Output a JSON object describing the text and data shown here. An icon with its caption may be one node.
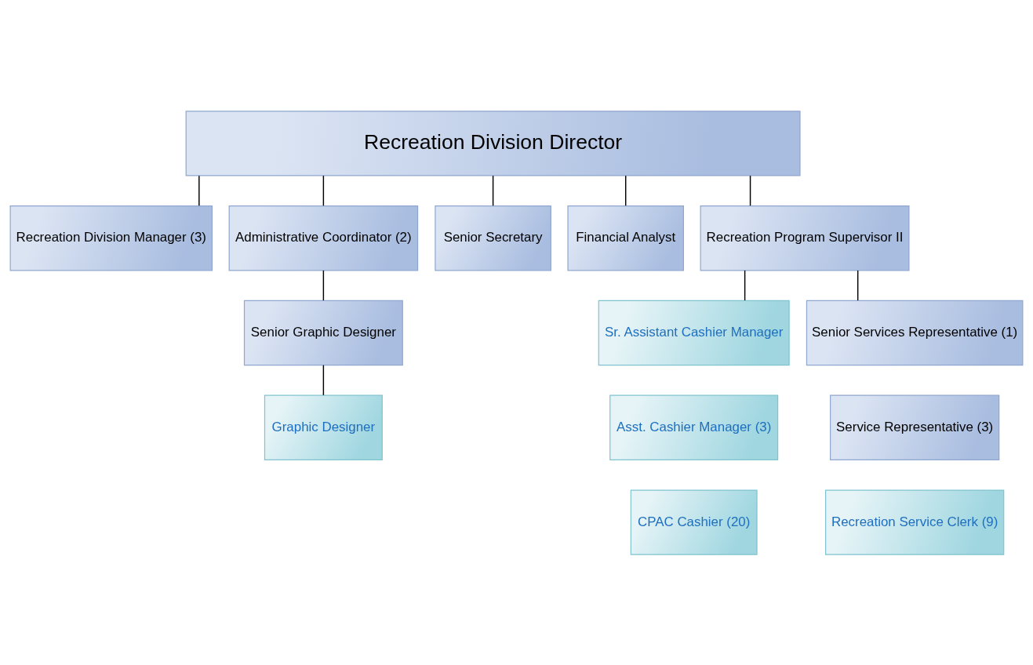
{
  "diagram": {
    "nodes": [
      {
        "text": [
          "Recreation Division Director"
        ]
      },
      {
        "text": [
          "Recreation Division Manager (3)"
        ]
      },
      {
        "text": [
          "Administrative Coordinator (2)"
        ]
      },
      {
        "text": [
          "Senior Secretary"
        ]
      },
      {
        "text": [
          "Financial Analyst"
        ]
      },
      {
        "text": [
          "Recreation Program Supervisor II"
        ]
      },
      {
        "text": [
          "Senior Graphic Designer"
        ]
      },
      {
        "text": [
          "Graphic Designer"
        ]
      },
      {
        "text": [
          "Sr. Assistant Cashier Manager"
        ]
      },
      {
        "text": [
          "Asst. Cashier Manager (3)"
        ]
      },
      {
        "text": [
          "CPAC Cashier (20)"
        ]
      },
      {
        "text": [
          "Senior Services Representative (1)"
        ]
      },
      {
        "text": [
          "Service Representative (3)"
        ]
      },
      {
        "text": [
          "Recreation Service Clerk (9)"
        ]
      }
    ],
    "edges": [
      {
        "from": 0,
        "to": 1,
        "arrow": "none"
      },
      {
        "from": 0,
        "to": 2,
        "arrow": "none"
      },
      {
        "from": 0,
        "to": 3,
        "arrow": "none"
      },
      {
        "from": 0,
        "to": 4,
        "arrow": "none"
      },
      {
        "from": 0,
        "to": 5,
        "arrow": "none"
      },
      {
        "from": 2,
        "to": 6,
        "arrow": "none"
      },
      {
        "from": 6,
        "to": 7,
        "arrow": "none"
      },
      {
        "from": 5,
        "to": 8,
        "arrow": "none"
      },
      {
        "from": 5,
        "to": 11,
        "arrow": "none"
      }
    ]
  }
}
